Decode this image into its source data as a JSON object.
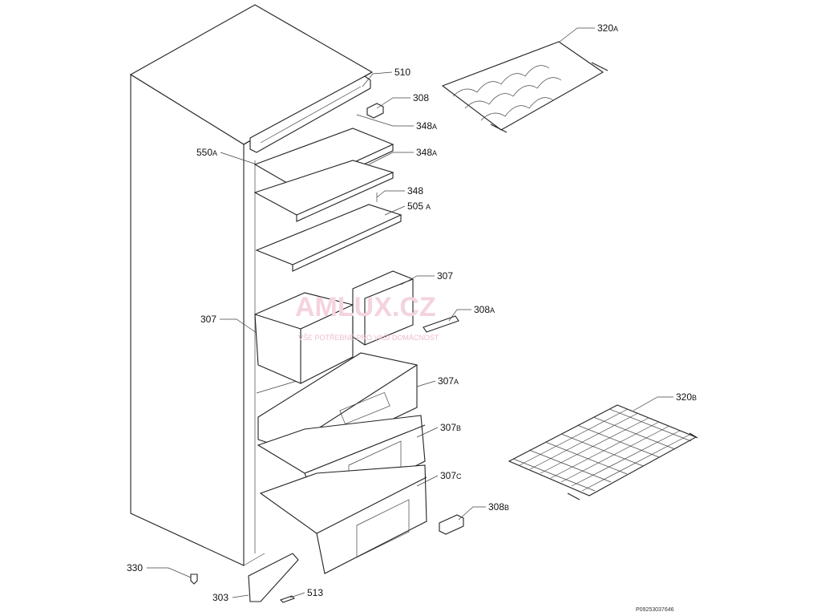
{
  "diagram": {
    "labels": [
      {
        "id": "lbl-510",
        "num": "510",
        "suffix": ""
      },
      {
        "id": "lbl-308",
        "num": "308",
        "suffix": ""
      },
      {
        "id": "lbl-348a-1",
        "num": "348",
        "suffix": "A"
      },
      {
        "id": "lbl-348a-2",
        "num": "348",
        "suffix": "A"
      },
      {
        "id": "lbl-550a",
        "num": "550",
        "suffix": "A"
      },
      {
        "id": "lbl-348",
        "num": "348",
        "suffix": ""
      },
      {
        "id": "lbl-505a",
        "num": "505",
        "suffix": "A"
      },
      {
        "id": "lbl-307-r",
        "num": "307",
        "suffix": ""
      },
      {
        "id": "lbl-307-l",
        "num": "307",
        "suffix": ""
      },
      {
        "id": "lbl-308a",
        "num": "308",
        "suffix": "A"
      },
      {
        "id": "lbl-307a",
        "num": "307",
        "suffix": "A"
      },
      {
        "id": "lbl-307b",
        "num": "307",
        "suffix": "B"
      },
      {
        "id": "lbl-307c",
        "num": "307",
        "suffix": "C"
      },
      {
        "id": "lbl-308b",
        "num": "308",
        "suffix": "B"
      },
      {
        "id": "lbl-320a",
        "num": "320",
        "suffix": "A"
      },
      {
        "id": "lbl-320b",
        "num": "320",
        "suffix": "B"
      },
      {
        "id": "lbl-330",
        "num": "330",
        "suffix": ""
      },
      {
        "id": "lbl-303",
        "num": "303",
        "suffix": ""
      },
      {
        "id": "lbl-513",
        "num": "513",
        "suffix": ""
      }
    ],
    "drawing_code": "P09253037646",
    "watermark": {
      "brand": "DAMLUX.CZ",
      "tagline": "VŠE POTŘEBNÉ PRO VAŠI DOMÁCNOST"
    }
  }
}
